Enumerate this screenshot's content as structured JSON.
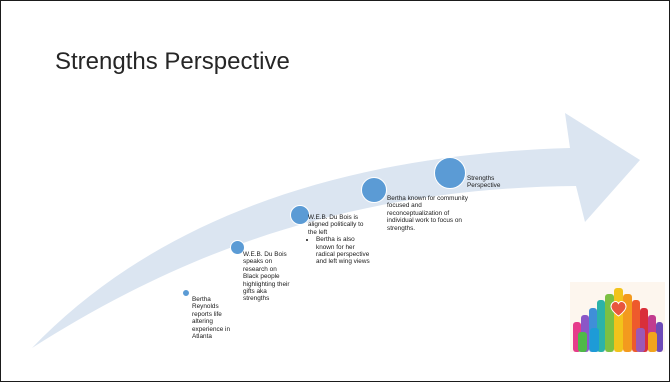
{
  "slide": {
    "title": "Strengths Perspective"
  },
  "colors": {
    "arrow": "#dbe5f1",
    "dot": "#5b9bd5",
    "heart": "#e8563e"
  },
  "milestones": [
    {
      "text": "Bertha Reynolds reports life altering experience in Atlanta"
    },
    {
      "text": "W.E.B. Du Bois speaks on research on Black people highlighting their gifts aka strengths"
    },
    {
      "text": "W.E.B. Du Bois is aligned politically to the left",
      "bullet": "Bertha is also known for her radical perspective and left wing views"
    },
    {
      "text": "Bertha known for community focused and reconceptualization of individual work to focus on  strengths."
    },
    {
      "text": "Strengths Perspective"
    }
  ],
  "image": {
    "icon": "raised-hands-heart-icon"
  }
}
